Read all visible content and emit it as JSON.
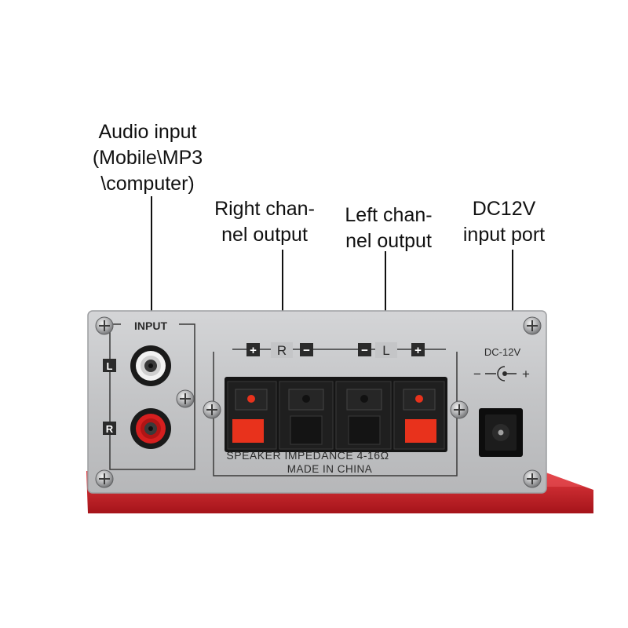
{
  "callouts": {
    "audio_input": [
      "Audio input",
      "(Mobile\\MP3",
      "\\computer)"
    ],
    "right_channel": [
      "Right chan-",
      "nel output"
    ],
    "left_channel": [
      "Left chan-",
      "nel output"
    ],
    "dc_input": [
      "DC12V",
      "input port"
    ]
  },
  "panel": {
    "input_label": "INPUT",
    "jack_left_label": "L",
    "jack_right_label": "R",
    "right_channel_label": "R",
    "left_channel_label": "L",
    "impedance_text": "SPEAKER IMPEDANCE  4-16Ω",
    "made_in_text": "MADE IN CHINA",
    "dc_label": "DC-12V",
    "dc_minus": "−",
    "dc_plus": "+"
  },
  "colors": {
    "panel_silver": "#c7c8ca",
    "chassis_red": "#d8232a",
    "terminal_red": "#e8321c",
    "rca_white": "#f2f2f2",
    "rca_red": "#d61f1f"
  }
}
